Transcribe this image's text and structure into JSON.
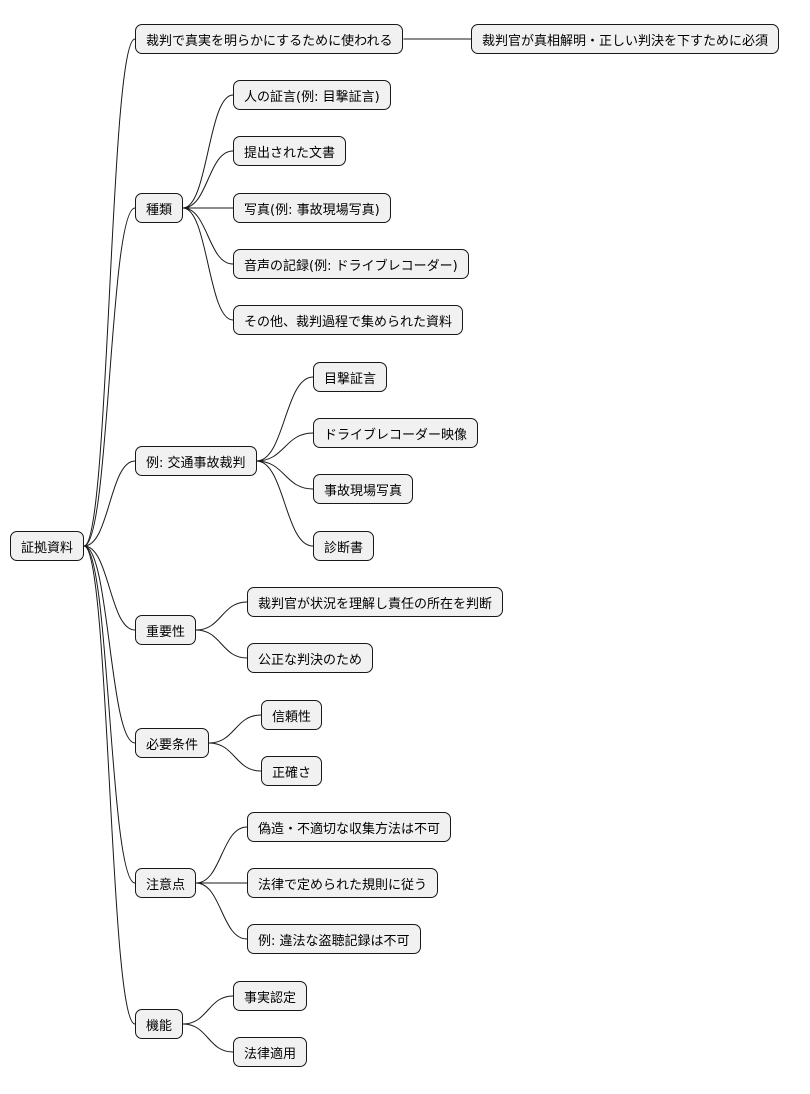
{
  "root": {
    "label": "証拠資料"
  },
  "branches": [
    {
      "id": "b0",
      "label": "裁判で真実を明らかにするために使われる",
      "children": [
        {
          "id": "b0-0",
          "label": "裁判官が真相解明・正しい判決を下すために必須"
        }
      ]
    },
    {
      "id": "b1",
      "label": "種類",
      "children": [
        {
          "id": "b1-0",
          "label": "人の証言(例: 目撃証言)"
        },
        {
          "id": "b1-1",
          "label": "提出された文書"
        },
        {
          "id": "b1-2",
          "label": "写真(例: 事故現場写真)"
        },
        {
          "id": "b1-3",
          "label": "音声の記録(例: ドライブレコーダー)"
        },
        {
          "id": "b1-4",
          "label": "その他、裁判過程で集められた資料"
        }
      ]
    },
    {
      "id": "b2",
      "label": "例: 交通事故裁判",
      "children": [
        {
          "id": "b2-0",
          "label": "目撃証言"
        },
        {
          "id": "b2-1",
          "label": "ドライブレコーダー映像"
        },
        {
          "id": "b2-2",
          "label": "事故現場写真"
        },
        {
          "id": "b2-3",
          "label": "診断書"
        }
      ]
    },
    {
      "id": "b3",
      "label": "重要性",
      "children": [
        {
          "id": "b3-0",
          "label": "裁判官が状況を理解し責任の所在を判断"
        },
        {
          "id": "b3-1",
          "label": "公正な判決のため"
        }
      ]
    },
    {
      "id": "b4",
      "label": "必要条件",
      "children": [
        {
          "id": "b4-0",
          "label": "信頼性"
        },
        {
          "id": "b4-1",
          "label": "正確さ"
        }
      ]
    },
    {
      "id": "b5",
      "label": "注意点",
      "children": [
        {
          "id": "b5-0",
          "label": "偽造・不適切な収集方法は不可"
        },
        {
          "id": "b5-1",
          "label": "法律で定められた規則に従う"
        },
        {
          "id": "b5-2",
          "label": "例: 違法な盗聴記録は不可"
        }
      ]
    },
    {
      "id": "b6",
      "label": "機能",
      "children": [
        {
          "id": "b6-0",
          "label": "事実認定"
        },
        {
          "id": "b6-1",
          "label": "法律適用"
        }
      ]
    }
  ]
}
